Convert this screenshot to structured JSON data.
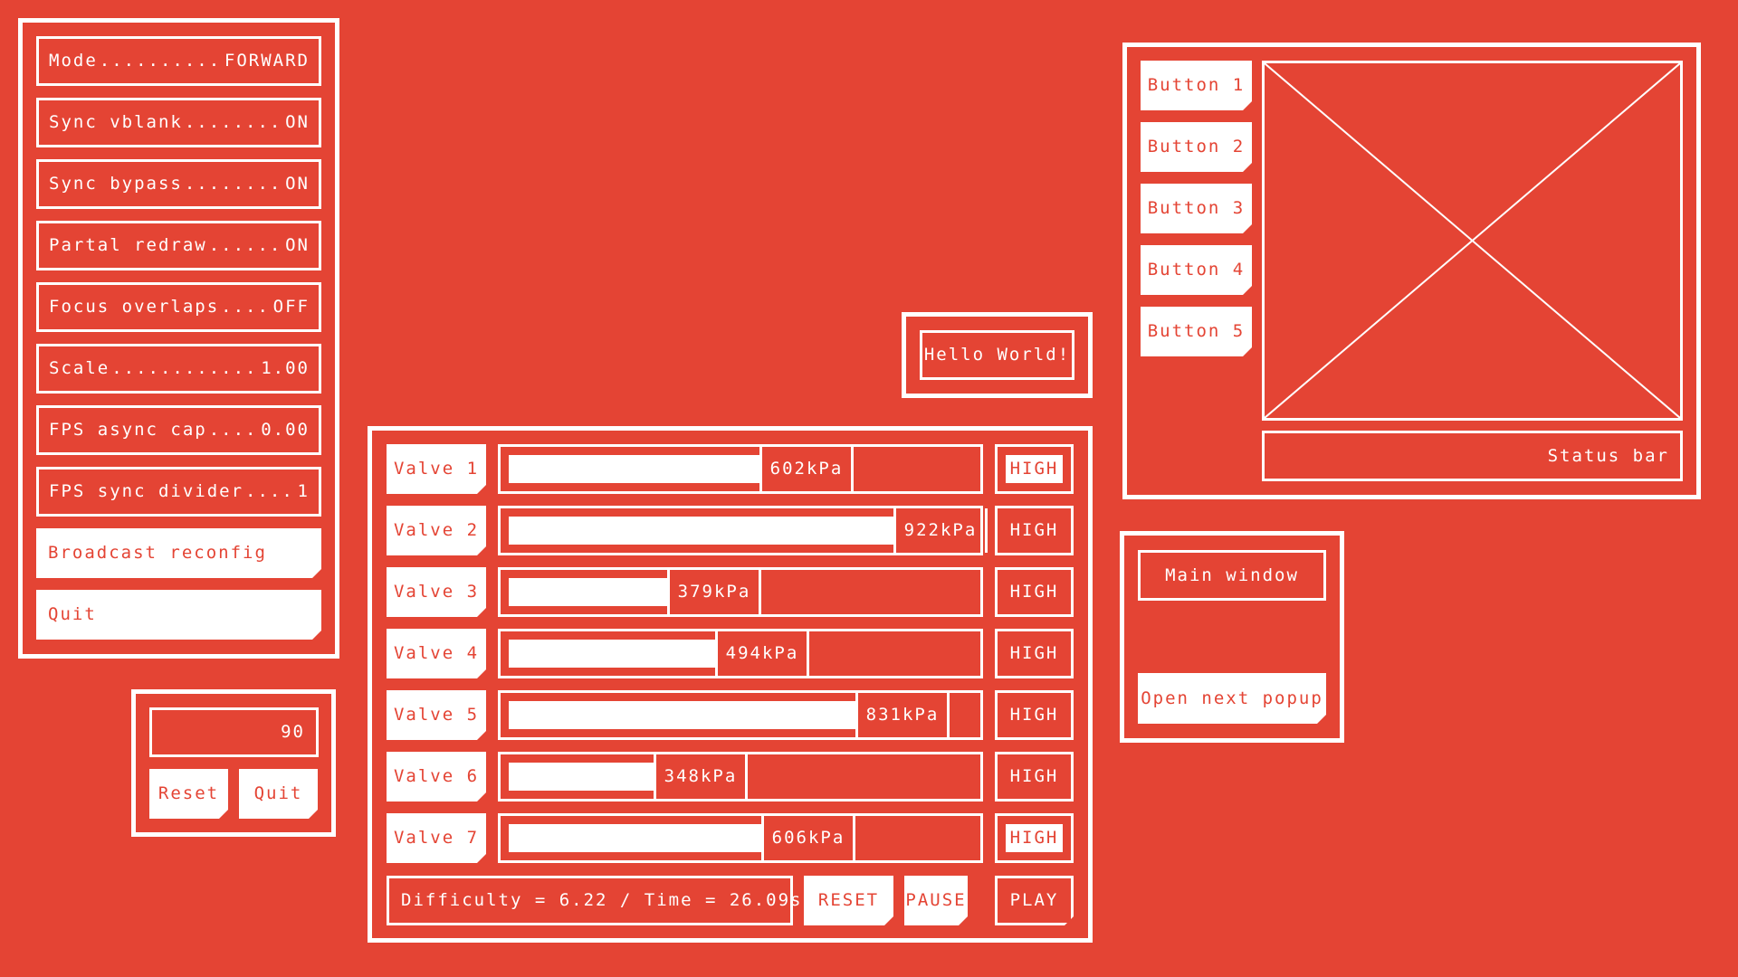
{
  "settings_menu": {
    "items": [
      {
        "label": "Mode",
        "value": "FORWARD"
      },
      {
        "label": "Sync vblank",
        "value": "ON"
      },
      {
        "label": "Sync bypass",
        "value": "ON"
      },
      {
        "label": "Partal redraw",
        "value": "ON"
      },
      {
        "label": "Focus overlaps",
        "value": "OFF"
      },
      {
        "label": "Scale",
        "value": "1.00"
      },
      {
        "label": "FPS async cap",
        "value": "0.00"
      },
      {
        "label": "FPS sync divider",
        "value": "1"
      }
    ],
    "broadcast_label": "Broadcast reconfig",
    "quit_label": "Quit"
  },
  "counter_box": {
    "value": "90",
    "reset_label": "Reset",
    "quit_label": "Quit"
  },
  "hello_box": {
    "label": "Hello World!"
  },
  "valves": {
    "scale_max_kpa": 1000,
    "rows": [
      {
        "name": "Valve 1",
        "pressure": 602,
        "pressure_label": "602kPa",
        "high_label": "HIGH",
        "high_active": true
      },
      {
        "name": "Valve 2",
        "pressure": 922,
        "pressure_label": "922kPa",
        "high_label": "HIGH",
        "high_active": false
      },
      {
        "name": "Valve 3",
        "pressure": 379,
        "pressure_label": "379kPa",
        "high_label": "HIGH",
        "high_active": false
      },
      {
        "name": "Valve 4",
        "pressure": 494,
        "pressure_label": "494kPa",
        "high_label": "HIGH",
        "high_active": false
      },
      {
        "name": "Valve 5",
        "pressure": 831,
        "pressure_label": "831kPa",
        "high_label": "HIGH",
        "high_active": false
      },
      {
        "name": "Valve 6",
        "pressure": 348,
        "pressure_label": "348kPa",
        "high_label": "HIGH",
        "high_active": false
      },
      {
        "name": "Valve 7",
        "pressure": 606,
        "pressure_label": "606kPa",
        "high_label": "HIGH",
        "high_active": true
      }
    ],
    "status_text": "Difficulty = 6.22 / Time = 26.09s",
    "reset_label": "RESET",
    "pause_label": "PAUSE",
    "play_label": "PLAY"
  },
  "window_demo": {
    "buttons": [
      "Button 1",
      "Button 2",
      "Button 3",
      "Button 4",
      "Button 5"
    ],
    "status_bar": "Status bar"
  },
  "popup": {
    "title": "Main window",
    "open_next_label": "Open next popup"
  },
  "colors": {
    "background": "#e44434",
    "foreground": "#ffffff"
  }
}
